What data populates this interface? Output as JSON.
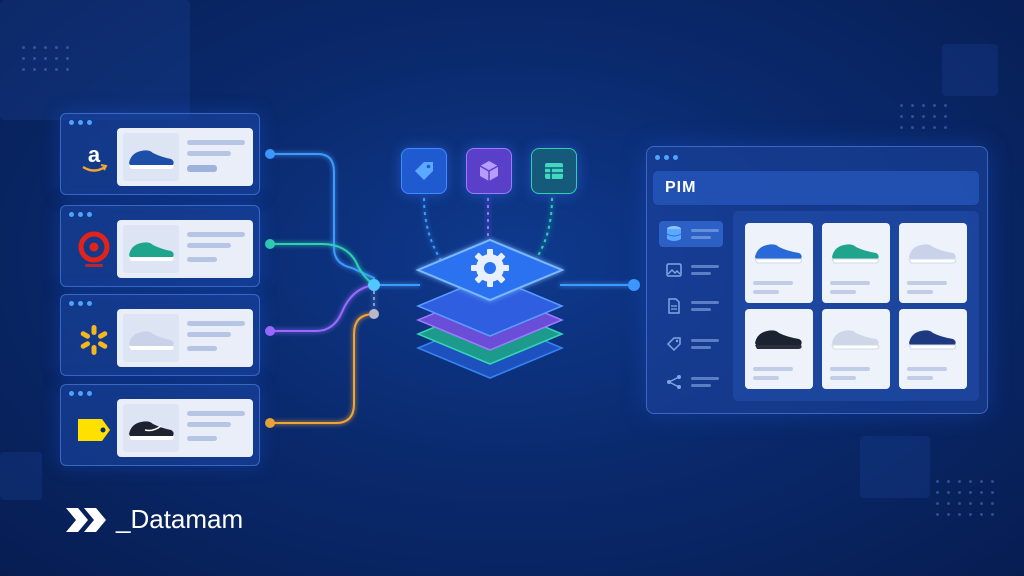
{
  "pim": {
    "title": "PIM"
  },
  "brand": {
    "name": "_Datamam"
  },
  "sources": [
    {
      "name": "amazon-logo",
      "shoe_color": "#1d4fa8"
    },
    {
      "name": "target-logo",
      "shoe_color": "#1fa58c"
    },
    {
      "name": "walmart-logo",
      "shoe_color": "#c9d2e8"
    },
    {
      "name": "bestbuy-logo",
      "shoe_color": "#1d2230"
    }
  ],
  "tools": [
    {
      "name": "tag-icon"
    },
    {
      "name": "box-icon"
    },
    {
      "name": "table-icon"
    }
  ],
  "pim_sidebar": [
    {
      "name": "database-icon"
    },
    {
      "name": "image-icon"
    },
    {
      "name": "document-icon"
    },
    {
      "name": "tag-icon"
    },
    {
      "name": "share-icon"
    }
  ],
  "pim_products": [
    {
      "shoe_color": "#2a6ad8"
    },
    {
      "shoe_color": "#1fa58c"
    },
    {
      "shoe_color": "#c9d2e8"
    },
    {
      "shoe_color": "#1d2230"
    },
    {
      "shoe_color": "#cfd6e8"
    },
    {
      "shoe_color": "#1d3a80"
    }
  ],
  "colors": {
    "wire_blue": "#3d9bff",
    "wire_teal": "#2fd0b0",
    "wire_purple": "#9b6bff",
    "wire_orange": "#f2a531",
    "background": "#0a2a6e"
  }
}
